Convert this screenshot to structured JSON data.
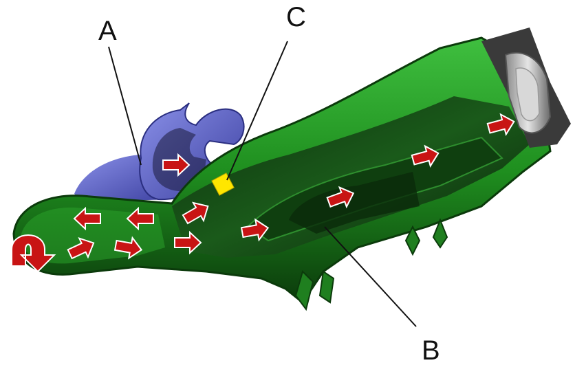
{
  "labels": {
    "a": "A",
    "b": "B",
    "c": "C"
  },
  "colors": {
    "background": "#ffffff",
    "body_green": "#1f8f1f",
    "body_dark_green": "#0b3a0b",
    "body_light_green": "#3fbf3f",
    "blue_part": "#5a5fc8",
    "blue_part_light": "#8a90e8",
    "metal_ring": "#c9c9c9",
    "metal_dark": "#3a3a3a",
    "arrow_red": "#c81414",
    "arrow_outline": "#ffffff",
    "marker_yellow": "#ffe600",
    "leader_line": "#111111"
  },
  "arrows": [
    {
      "kind": "u-turn"
    },
    {
      "kind": "straight",
      "direction": "right"
    },
    {
      "kind": "straight",
      "direction": "left"
    },
    {
      "kind": "straight",
      "direction": "left"
    },
    {
      "kind": "straight",
      "direction": "right"
    },
    {
      "kind": "straight",
      "direction": "right"
    },
    {
      "kind": "straight",
      "direction": "up-right"
    },
    {
      "kind": "straight",
      "direction": "right"
    },
    {
      "kind": "straight",
      "direction": "right"
    },
    {
      "kind": "straight",
      "direction": "right"
    },
    {
      "kind": "straight",
      "direction": "right"
    },
    {
      "kind": "straight",
      "direction": "right"
    }
  ]
}
